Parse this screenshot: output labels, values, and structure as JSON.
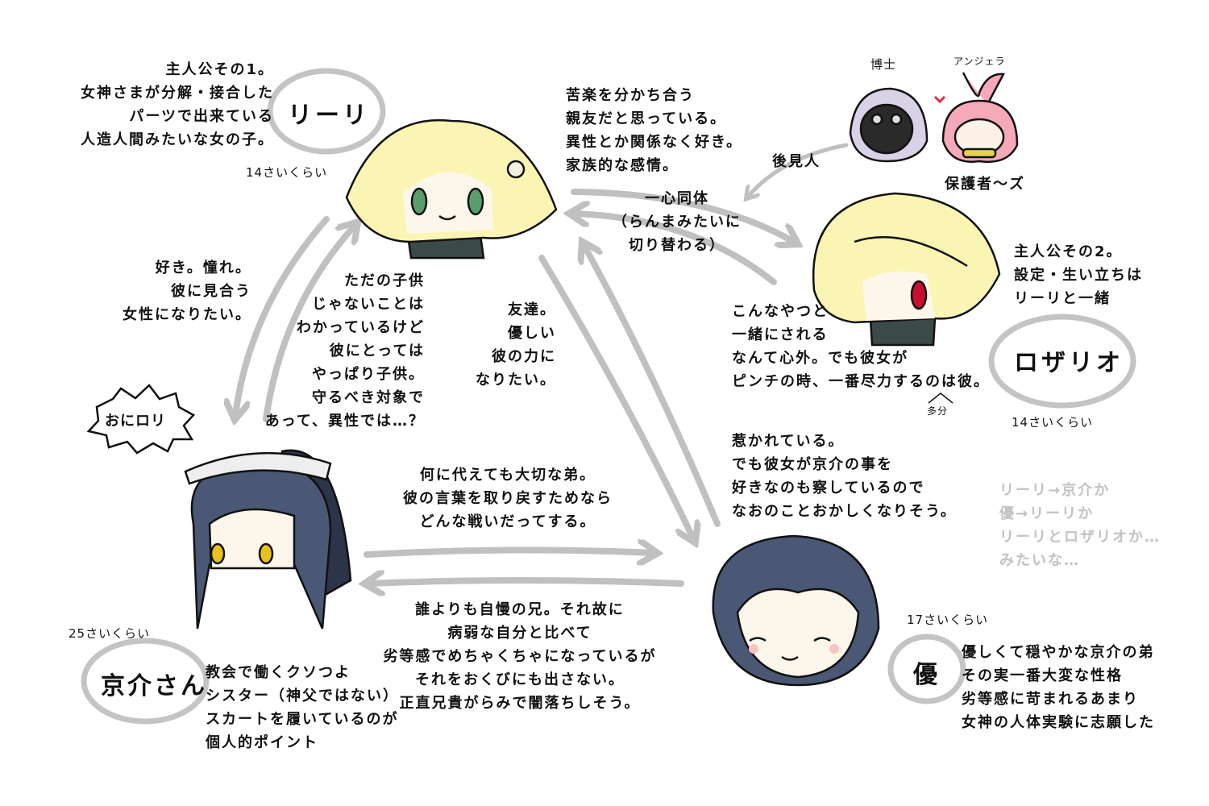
{
  "colors": {
    "arrow": "#c0c0c0",
    "blonde": "#fbf5b4",
    "navy": "#4a5875",
    "pink": "#f6a9b8",
    "lilac": "#d9d2e6",
    "red_eye": "#c8102e",
    "green_eye": "#5a9e6c",
    "note_gray": "#c2c2c2"
  },
  "lily": {
    "name": "リーリ",
    "age": "14さいくらい",
    "description": "主人公その1。\n女神さまが分解・接合した\nパーツで出来ている\n人造人間みたいな女の子。"
  },
  "rosario": {
    "name": "ロザリオ",
    "age": "14さいくらい",
    "description": "主人公その2。\n設定・生い立ちは\nリーリと一緒",
    "note": "多分"
  },
  "kyosuke": {
    "name": "京介さん",
    "age": "25さいくらい",
    "tag": "おにロリ",
    "description": "教会で働くクソつよ\nシスター（神父ではない）\nスカートを履いているのが\n個人的ポイント"
  },
  "yu": {
    "name": "優",
    "age": "17さいくらい",
    "description": "優しくて穏やかな京介の弟\nその実一番大変な性格\n劣等感に苛まれるあまり\n女神の人体実験に志願した"
  },
  "guardians": {
    "hakase": "博士",
    "angela": "アンジェラ",
    "group_label": "保護者～ズ",
    "relation": "後見人"
  },
  "relations": {
    "lily_to_rosario": "苦楽を分かち合う\n親友だと思っている。\n異性とか関係なく好き。\n家族的な感情。",
    "lily_rosario_bond": "一心同体\n（らんまみたいに\n切り替わる）",
    "rosario_to_lily": "こんなやつと\n一緒にされる\nなんて心外。でも彼女が\nピンチの時、一番尽力するのは彼。",
    "lily_to_kyosuke": "好き。憧れ。\n彼に見合う\n女性になりたい。",
    "kyosuke_to_lily": "ただの子供\nじゃないことは\nわかっているけど\n彼にとっては\nやっぱり子供。\n守るべき対象で\nあって、異性では…？",
    "lily_to_yu": "友達。\n優しい\n彼の力に\nなりたい。",
    "yu_to_lily": "惹かれている。\nでも彼女が京介の事を\n好きなのも察しているので\nなおのことおかしくなりそう。",
    "kyosuke_to_yu": "何に代えても大切な弟。\n彼の言葉を取り戻すためなら\nどんな戦いだってする。",
    "yu_to_kyosuke": "誰よりも自慢の兄。それ故に\n病弱な自分と比べて\n劣等感でめちゃくちゃになっているが\nそれをおくびにも出さない。\n正直兄貴がらみで闇落ちしそう。"
  },
  "note": "リーリ→京介か\n優→リーリか\nリーリとロザリオか…\nみたいな…"
}
